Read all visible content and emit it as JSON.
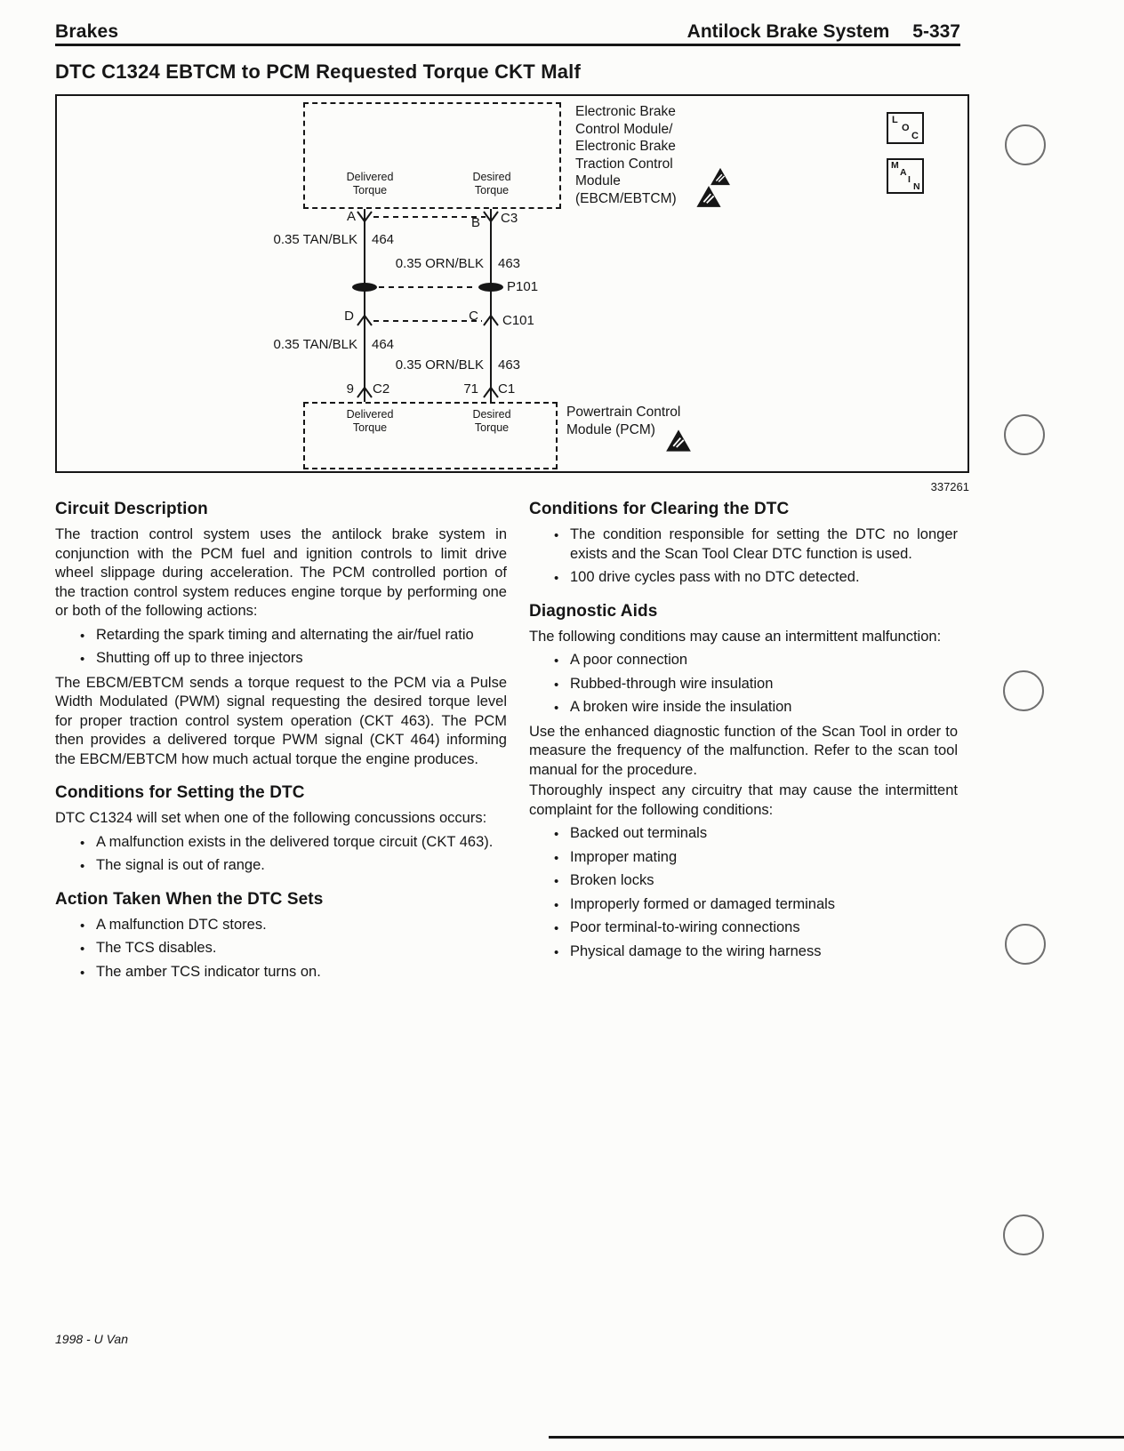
{
  "header": {
    "section_left": "Brakes",
    "section_right": "Antilock Brake System",
    "page_number": "5-337"
  },
  "page_title": "DTC C1324 EBTCM to PCM Requested Torque CKT Malf",
  "diagram": {
    "figure_number": "337261",
    "labels": {
      "delivered_torque": "Delivered\nTorque",
      "desired_torque": "Desired\nTorque"
    },
    "ebcm_title": [
      "Electronic Brake",
      "Control Module/",
      "Electronic Brake",
      "Traction Control",
      "Module",
      "(EBCM/EBTCM)"
    ],
    "pcm_title": [
      "Powertrain Control",
      "Module (PCM)"
    ],
    "wires": {
      "tan": "0.35 TAN/BLK",
      "ckt_464": "464",
      "orn": "0.35 ORN/BLK",
      "ckt_463": "463"
    },
    "connectors": {
      "a": "A",
      "b": "B",
      "c3": "C3",
      "p101": "P101",
      "d": "D",
      "c": "C",
      "c101": "C101",
      "pin9": "9",
      "c2": "C2",
      "pin71": "71",
      "c1": "C1"
    },
    "loc_icon": [
      "L",
      "O",
      "C"
    ],
    "main_icon": [
      "M",
      "A",
      "I",
      "N"
    ]
  },
  "left_column": {
    "circuit_description": {
      "heading": "Circuit Description",
      "para1": "The traction control system uses the antilock brake system in conjunction with the PCM fuel and ignition controls to limit drive wheel slippage during acceleration. The PCM controlled portion of the traction control system reduces engine torque by performing one or both of the following actions:",
      "bullets": [
        "Retarding the spark timing and alternating the air/fuel ratio",
        "Shutting off up to three injectors"
      ],
      "para2": "The EBCM/EBTCM sends a torque request to the PCM via a Pulse Width Modulated (PWM) signal requesting the desired torque level for proper traction control system operation (CKT 463). The PCM then provides a delivered torque PWM signal (CKT 464) informing the EBCM/EBTCM how much actual torque the engine produces."
    },
    "conditions_setting": {
      "heading": "Conditions for Setting the DTC",
      "para": "DTC C1324 will set when one of the following concussions occurs:",
      "bullets": [
        "A malfunction exists in the delivered torque circuit (CKT 463).",
        "The signal is out of range."
      ]
    },
    "action_taken": {
      "heading": "Action Taken When the DTC Sets",
      "bullets": [
        "A malfunction DTC stores.",
        "The TCS disables.",
        "The amber TCS indicator turns on."
      ]
    }
  },
  "right_column": {
    "conditions_clearing": {
      "heading": "Conditions for Clearing the DTC",
      "bullets": [
        "The condition responsible for setting the DTC no longer exists and the Scan Tool Clear DTC function is used.",
        "100 drive cycles pass with no DTC detected."
      ]
    },
    "diagnostic_aids": {
      "heading": "Diagnostic Aids",
      "para1": "The following conditions may cause an intermittent malfunction:",
      "bullets1": [
        "A poor connection",
        "Rubbed-through wire insulation",
        "A broken wire inside the insulation"
      ],
      "para2": "Use the enhanced diagnostic function of the Scan Tool in order to measure the frequency of the malfunction. Refer to the scan tool manual for the procedure.",
      "para3": "Thoroughly inspect any circuitry that may cause the intermittent complaint for the following conditions:",
      "bullets2": [
        "Backed out terminals",
        "Improper mating",
        "Broken locks",
        "Improperly formed or damaged terminals",
        "Poor terminal-to-wiring connections",
        "Physical damage to the wiring harness"
      ]
    }
  },
  "footer": {
    "text": "1998 - U Van"
  }
}
